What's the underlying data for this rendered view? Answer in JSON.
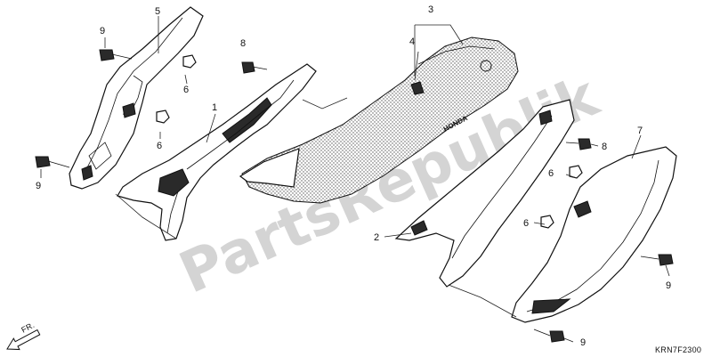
{
  "diagram": {
    "watermark": "PartsRepublik",
    "brand_mark": "HONDA",
    "drawing_code": "KRN7F2300",
    "direction_label": "FR.",
    "callouts": {
      "c1": "1",
      "c2": "2",
      "c3": "3",
      "c4": "4",
      "c5": "5",
      "c6a": "6",
      "c6b": "6",
      "c6c": "6",
      "c6d": "6",
      "c7": "7",
      "c8a": "8",
      "c8b": "8",
      "c9a": "9",
      "c9b": "9",
      "c9c": "9",
      "c9d": "9"
    }
  }
}
